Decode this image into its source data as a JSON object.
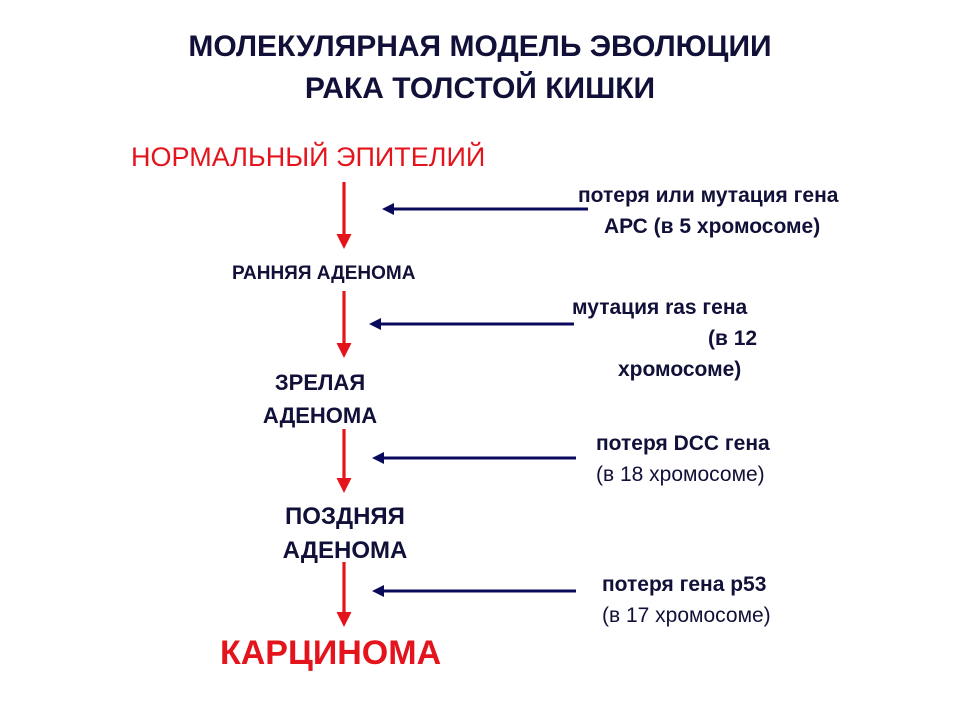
{
  "title": {
    "line1": "МОЛЕКУЛЯРНАЯ МОДЕЛЬ ЭВОЛЮЦИИ",
    "line2": "РАКА ТОЛСТОЙ КИШКИ"
  },
  "stages": {
    "normal": "НОРМАЛЬНЫЙ ЭПИТЕЛИЙ",
    "early_adenoma": "РАННЯЯ АДЕНОМА",
    "mature_adenoma": {
      "line1": "ЗРЕЛАЯ",
      "line2": "АДЕНОМА"
    },
    "late_adenoma": {
      "line1": "ПОЗДНЯЯ",
      "line2": "АДЕНОМА"
    },
    "carcinoma": "КАРЦИНОМА"
  },
  "events": {
    "apc": {
      "line1": "потеря или мутация гена",
      "line2": "АРС (в 5 хромосоме)"
    },
    "ras": {
      "line1": "мутация ras гена",
      "line2": "(в 12",
      "line3": "хромосоме)"
    },
    "dcc": {
      "line1": "потеря DCC гена",
      "line2": "(в 18 хромосоме)"
    },
    "p53": {
      "line1": "потеря гена р53",
      "line2": "(в 17 хромосоме)"
    }
  },
  "colors": {
    "text_dark": "#101038",
    "accent_red": "#e3141b",
    "arrow_red": "#e3141b",
    "arrow_navy": "#0a0a5c",
    "background": "#ffffff"
  }
}
